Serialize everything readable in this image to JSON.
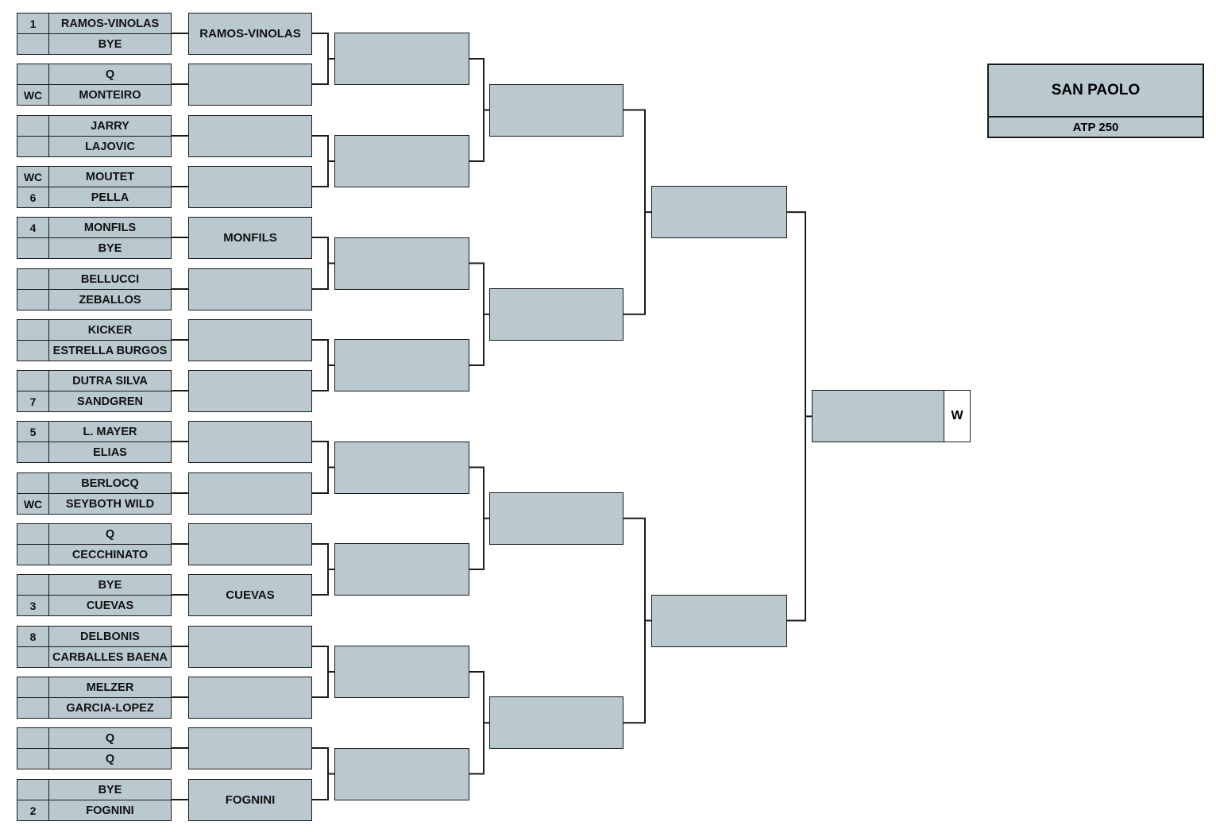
{
  "tournament": {
    "name": "SAN PAOLO",
    "category": "ATP 250"
  },
  "draw": [
    {
      "seed": "1",
      "player": "RAMOS-VINOLAS"
    },
    {
      "seed": "",
      "player": "BYE"
    },
    {
      "seed": "",
      "player": "Q"
    },
    {
      "seed": "WC",
      "player": "MONTEIRO"
    },
    {
      "seed": "",
      "player": "JARRY"
    },
    {
      "seed": "",
      "player": "LAJOVIC"
    },
    {
      "seed": "WC",
      "player": "MOUTET"
    },
    {
      "seed": "6",
      "player": "PELLA"
    },
    {
      "seed": "4",
      "player": "MONFILS"
    },
    {
      "seed": "",
      "player": "BYE"
    },
    {
      "seed": "",
      "player": "BELLUCCI"
    },
    {
      "seed": "",
      "player": "ZEBALLOS"
    },
    {
      "seed": "",
      "player": "KICKER"
    },
    {
      "seed": "",
      "player": "ESTRELLA BURGOS"
    },
    {
      "seed": "",
      "player": "DUTRA SILVA"
    },
    {
      "seed": "7",
      "player": "SANDGREN"
    },
    {
      "seed": "5",
      "player": "L. MAYER"
    },
    {
      "seed": "",
      "player": "ELIAS"
    },
    {
      "seed": "",
      "player": "BERLOCQ"
    },
    {
      "seed": "WC",
      "player": "SEYBOTH WILD"
    },
    {
      "seed": "",
      "player": "Q"
    },
    {
      "seed": "",
      "player": "CECCHINATO"
    },
    {
      "seed": "",
      "player": "BYE"
    },
    {
      "seed": "3",
      "player": "CUEVAS"
    },
    {
      "seed": "8",
      "player": "DELBONIS"
    },
    {
      "seed": "",
      "player": "CARBALLES BAENA"
    },
    {
      "seed": "",
      "player": "MELZER"
    },
    {
      "seed": "",
      "player": "GARCIA-LOPEZ"
    },
    {
      "seed": "",
      "player": "Q"
    },
    {
      "seed": "",
      "player": "Q"
    },
    {
      "seed": "",
      "player": "BYE"
    },
    {
      "seed": "2",
      "player": "FOGNINI"
    }
  ],
  "round2": [
    "RAMOS-VINOLAS",
    "",
    "",
    "",
    "MONFILS",
    "",
    "",
    "",
    "",
    "",
    "",
    "CUEVAS",
    "",
    "",
    "",
    "FOGNINI"
  ],
  "quarterfinals": [
    "",
    "",
    "",
    "",
    "",
    "",
    "",
    ""
  ],
  "semifinals": [
    "",
    "",
    "",
    ""
  ],
  "final": [
    "",
    ""
  ],
  "winner": {
    "name": "",
    "label": "W"
  }
}
